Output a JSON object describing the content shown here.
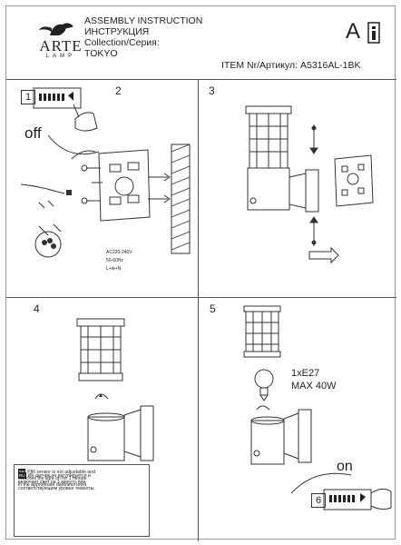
{
  "header": {
    "brand": "ARTE",
    "brand_sub": "LAMP",
    "title_en": "ASSEMBLY INSTRUCTION",
    "title_ru": "ИНСТРУКЦИЯ",
    "collection_label": "Collection/Серия:",
    "collection_value": "TOKYO",
    "item_label": "ITEM Nr/Артикул: A5316AL-1BK",
    "lang_letter": "A"
  },
  "steps": {
    "s1": "1",
    "s2": "2",
    "s3": "3",
    "s4": "4",
    "s5": "5",
    "s6": "6"
  },
  "step1": {
    "off": "off"
  },
  "step2": {
    "ac": "AC220-240V",
    "hz": "50-60Hz",
    "ln": "L+⊕+N"
  },
  "step5": {
    "bulb": "1xE27",
    "max": "MAX 40W"
  },
  "step6": {
    "on": "on"
  },
  "notes": {
    "en_tag": "EN",
    "en_text_1": "PIR sensor is not adjustable and",
    "en_text_2": "switches the light on for 1 minute",
    "en_text_3": "in the appropriate darkness level.",
    "ru_tag": "RU",
    "ru_text_1": "ИК-датчик не регулируется и",
    "ru_text_2": "включает свет на 1 минуту при",
    "ru_text_3": "соответствующем уровне темноты."
  }
}
